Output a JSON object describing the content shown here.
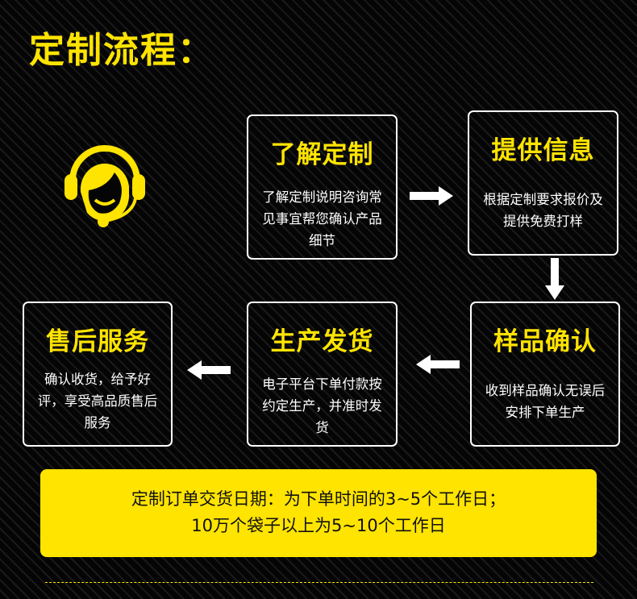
{
  "title": "定制流程：",
  "steps": [
    {
      "title": "了解定制",
      "desc": "了解定制说明咨询常见事宜帮您确认产品细节"
    },
    {
      "title": "提供信息",
      "desc": "根据定制要求报价及提供免费打样"
    },
    {
      "title": "样品确认",
      "desc": "收到样品确认无误后安排下单生产"
    },
    {
      "title": "生产发货",
      "desc": "电子平台下单付款按约定生产，并准时发货"
    },
    {
      "title": "售后服务",
      "desc": "确认收货，给予好评，享受高品质售后服务"
    }
  ],
  "notice": {
    "line1": "定制订单交货日期：为下单时间的3~5个工作日；",
    "line2": "10万个袋子以上为5~10个工作日"
  },
  "colors": {
    "accent": "#ffe400",
    "background": "#050505"
  }
}
